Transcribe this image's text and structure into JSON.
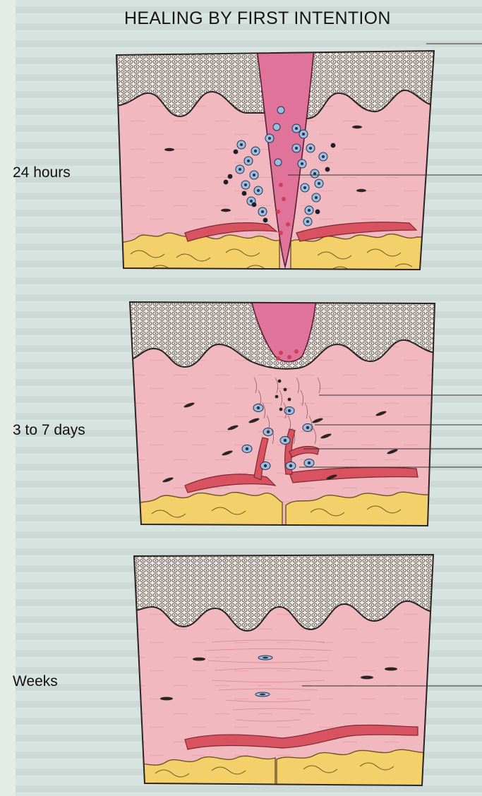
{
  "figure": {
    "title": "HEALING BY FIRST INTENTION",
    "stages": [
      {
        "label": "24 hours"
      },
      {
        "label": "3 to 7 days"
      },
      {
        "label": "Weeks"
      }
    ]
  },
  "colors": {
    "dermis": "#f1b8bf",
    "clot": "#e0739a",
    "epidermis": "#ece7df",
    "fat": "#f4d06a",
    "vessel": "#d9525f",
    "inflammatory_cell": "#9bbde0",
    "page": "#d7e3de"
  }
}
